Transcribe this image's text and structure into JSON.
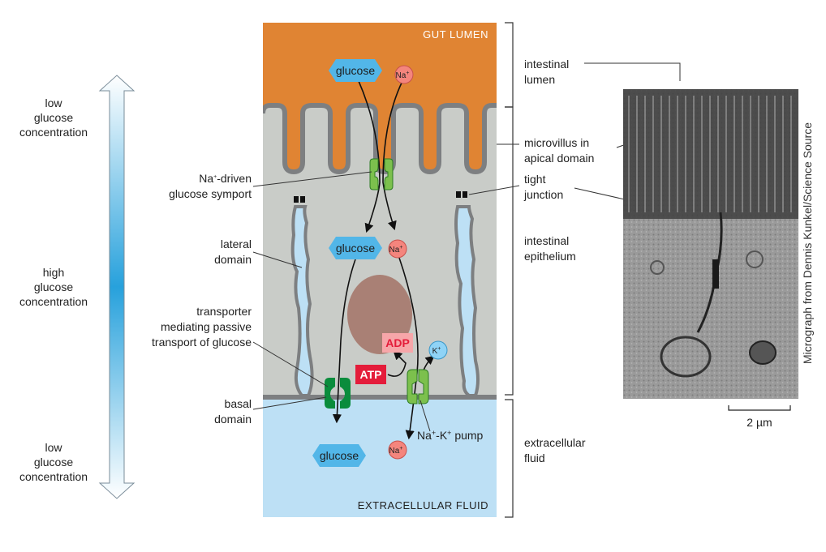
{
  "regions": {
    "gut_lumen": "GUT LUMEN",
    "extracellular_fluid": "EXTRACELLULAR FLUID"
  },
  "gradient": {
    "top": [
      "low",
      "glucose",
      "concentration"
    ],
    "middle": [
      "high",
      "glucose",
      "concentration"
    ],
    "bottom": [
      "low",
      "glucose",
      "concentration"
    ]
  },
  "left_labels": {
    "symport": [
      "Na",
      "+",
      "-driven",
      "glucose symport"
    ],
    "lateral": [
      "lateral",
      "domain"
    ],
    "transporter": [
      "transporter",
      "mediating passive",
      "transport of glucose"
    ],
    "basal": [
      "basal",
      "domain"
    ]
  },
  "molecules": {
    "glucose": "glucose",
    "na": "Na",
    "na_sup": "+",
    "k": "K",
    "k_sup": "+",
    "atp": "ATP",
    "adp": "ADP"
  },
  "pump_label": [
    "Na",
    "+",
    "-K",
    "+",
    " pump"
  ],
  "right_labels": {
    "intestinal_lumen": [
      "intestinal",
      "lumen"
    ],
    "microvillus": [
      "microvillus in",
      "apical domain"
    ],
    "tight_junction": [
      "tight",
      "junction"
    ],
    "intestinal_epithelium": [
      "intestinal",
      "epithelium"
    ],
    "extracellular_fluid": [
      "extracellular",
      "fluid"
    ]
  },
  "micrograph": {
    "credit": "Micrograph from Dennis Kunkel/Science Source",
    "scale": "2 µm"
  },
  "colors": {
    "lumen": "#e08433",
    "cell": "#c9ccc8",
    "extracellular": "#bde0f5",
    "membrane": "#7d7f81",
    "glucose": "#52b6e8",
    "sodium": "#f4857d",
    "potassium": "#8fd3f6",
    "atp": "#e41c3a",
    "adp": "#f7a6a9",
    "transporter_light": "#7cc04d",
    "transporter_dark": "#0a8c3c",
    "nucleus": "#a98075"
  }
}
